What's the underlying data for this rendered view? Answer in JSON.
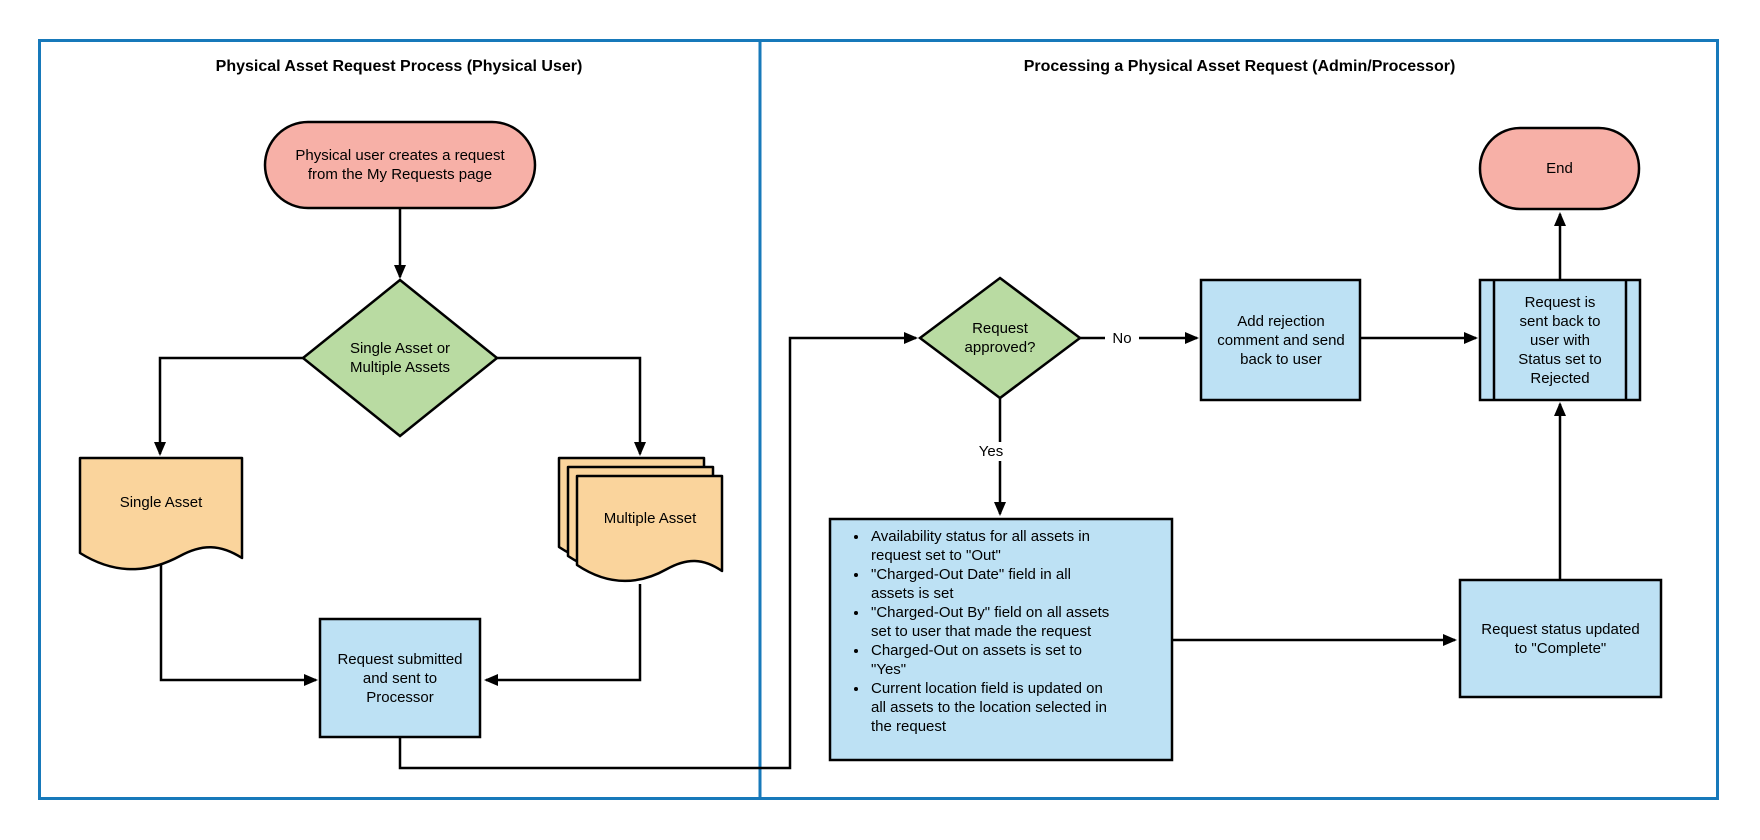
{
  "panels": {
    "left": {
      "title": "Physical Asset Request Process (Physical User)"
    },
    "right": {
      "title": "Processing a Physical Asset Request (Admin/Processor)"
    }
  },
  "nodes": {
    "start": "Physical user creates a request from the My Requests page",
    "asset_decision": "Single Asset or Multiple Assets",
    "single_asset": "Single Asset",
    "multiple_asset": "Multiple Asset",
    "request_submitted": "Request submitted and sent to Processor",
    "request_approved": "Request approved?",
    "add_rejection": "Add rejection comment and send back to user",
    "sent_back": "Request is sent back to user with Status set to Rejected",
    "end": "End",
    "approved_actions": [
      "Availability status for all assets in request set to \"Out\"",
      "\"Charged-Out Date\" field in all assets is set",
      "\"Charged-Out By\" field on all assets set to user that made the request",
      "Charged-Out on assets is set to \"Yes\"",
      "Current location field is updated on all assets to the location selected in the request"
    ],
    "status_complete": "Request status updated to \"Complete\""
  },
  "labels": {
    "no": "No",
    "yes": "Yes"
  },
  "colors": {
    "frame": "#1779BA",
    "terminator_fill": "#F7B0A7",
    "decision_fill": "#B9DBA2",
    "process_fill": "#BDE1F4",
    "document_fill": "#FAD49C",
    "stroke": "#000000"
  }
}
